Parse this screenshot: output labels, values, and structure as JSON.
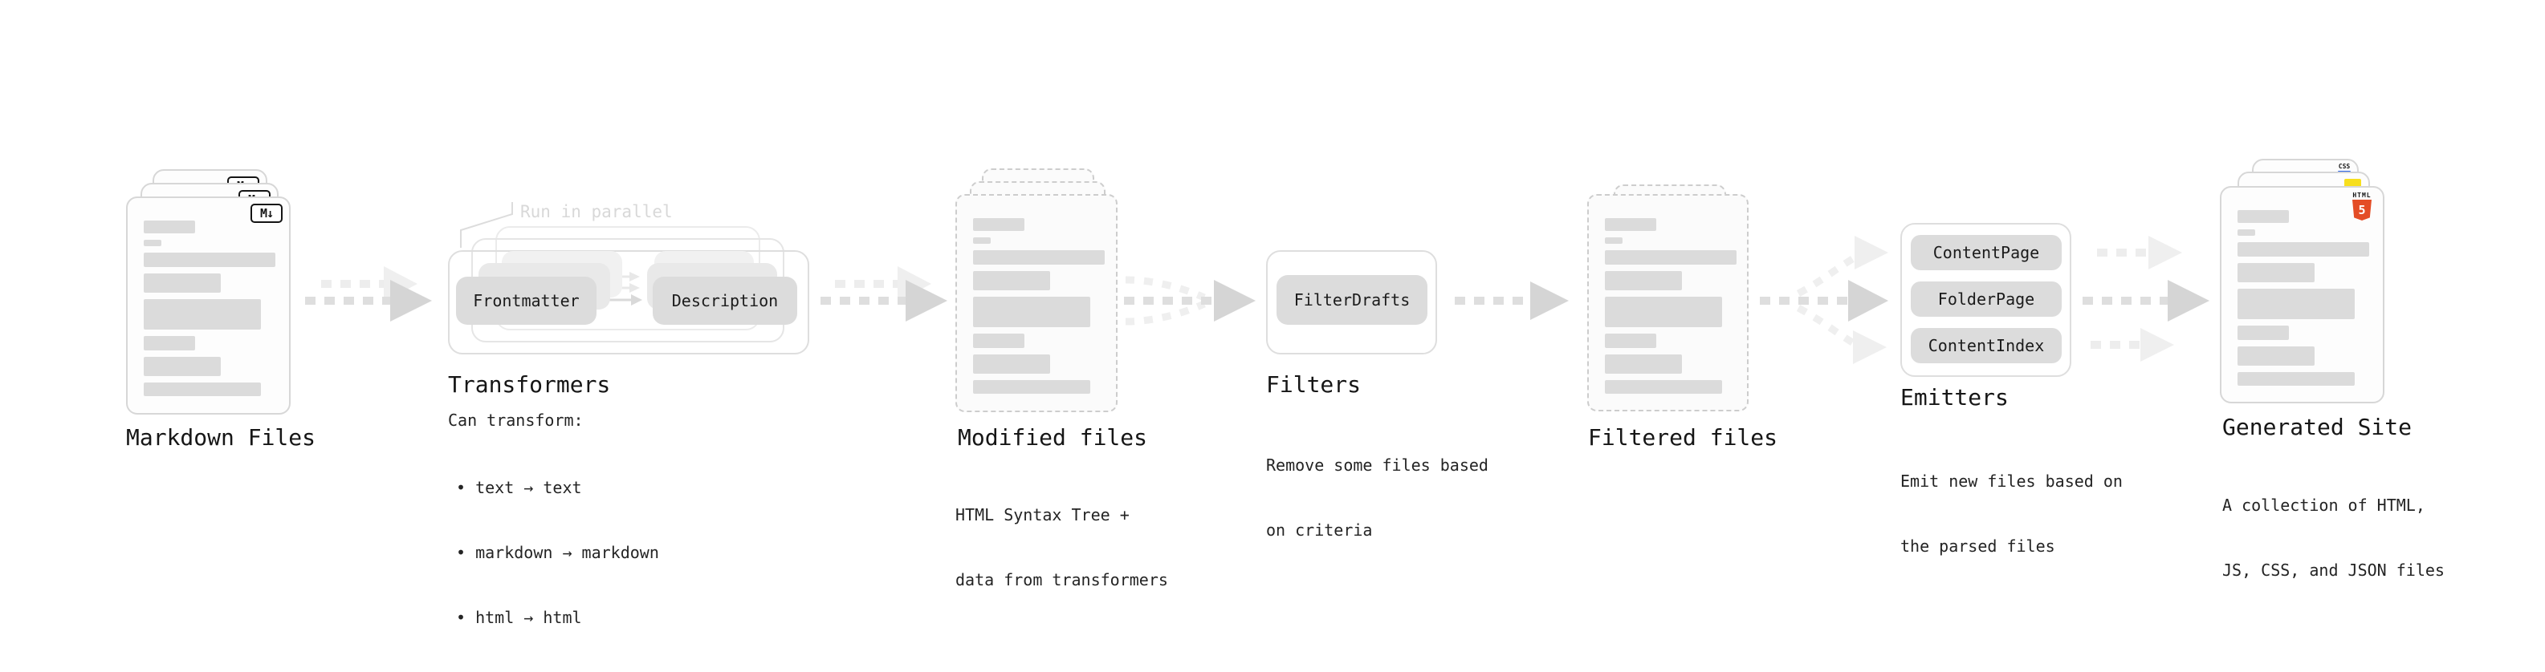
{
  "stages": {
    "markdown": {
      "label": "Markdown Files"
    },
    "transformers": {
      "label": "Transformers",
      "annotation": "Run in parallel",
      "pill_from": "Frontmatter",
      "pill_to": "Description",
      "sub_heading": "Can transform:",
      "bullets": [
        "• text → text",
        "• markdown → markdown",
        "• html → html"
      ]
    },
    "modified": {
      "label": "Modified files",
      "sub1": "HTML Syntax Tree +",
      "sub2": "data from transformers"
    },
    "filters": {
      "label": "Filters",
      "pill": "FilterDrafts",
      "sub1": "Remove some files based",
      "sub2": "on criteria"
    },
    "filtered": {
      "label": "Filtered files"
    },
    "emitters": {
      "label": "Emitters",
      "pills": [
        "ContentPage",
        "FolderPage",
        "ContentIndex"
      ],
      "sub1": "Emit new files based on",
      "sub2": "the parsed files"
    },
    "generated": {
      "label": "Generated Site",
      "sub1": "A collection of HTML,",
      "sub2": "JS, CSS, and JSON files"
    }
  },
  "icons": {
    "markdown_badge": "M↓",
    "html5_word": "HTML",
    "html5_number": "5",
    "css_word": "CSS"
  },
  "colors": {
    "html5_orange": "#e44d26",
    "js_yellow": "#f7df1e",
    "css_blue": "#2761e6",
    "bar_gray": "#dbdbdb"
  }
}
